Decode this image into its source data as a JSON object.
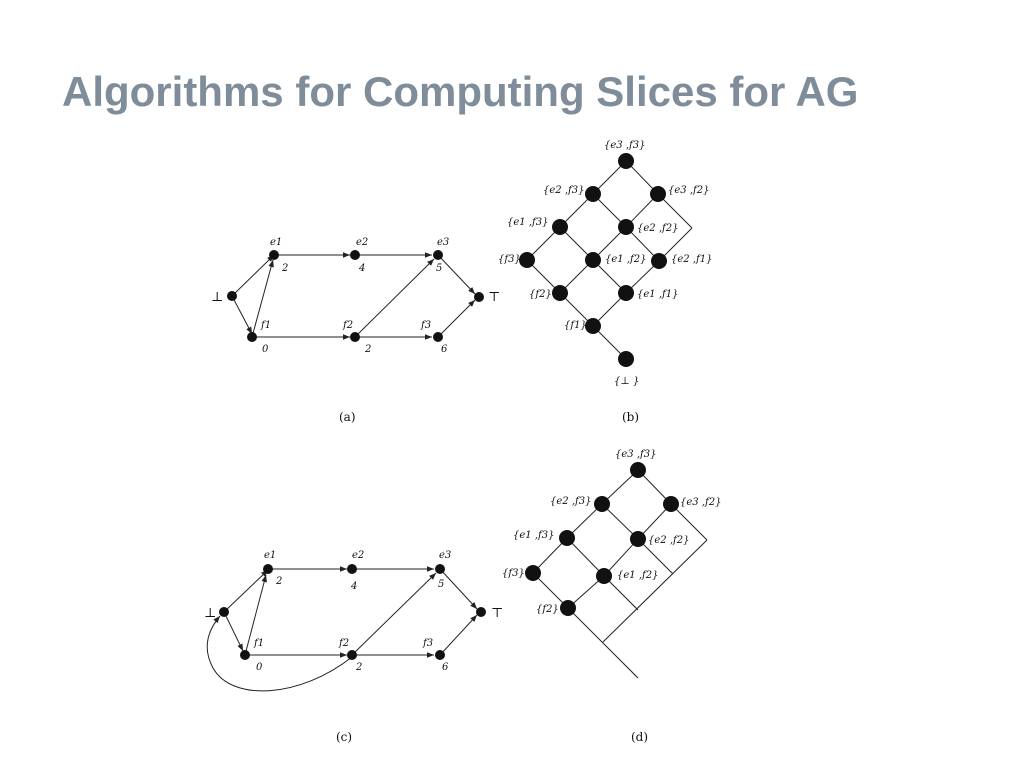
{
  "title": "Algorithms for Computing Slices for AG",
  "panels": {
    "a": {
      "caption": "(a)",
      "nodes": {
        "bottom": {
          "label": "⊥"
        },
        "top": {
          "label": "⊤"
        },
        "e1": {
          "label": "e1",
          "value": "2"
        },
        "e2": {
          "label": "e2",
          "value": "4"
        },
        "e3": {
          "label": "e3",
          "value": "5"
        },
        "f1": {
          "label": "f1",
          "value": "0"
        },
        "f2": {
          "label": "f2",
          "value": "2"
        },
        "f3": {
          "label": "f3",
          "value": "6"
        }
      }
    },
    "b": {
      "caption": "(b)",
      "states": {
        "e3f3": "{e3 ,f3}",
        "e2f3": "{e2 ,f3}",
        "e3f2": "{e3 ,f2}",
        "e1f3": "{e1 ,f3}",
        "e2f2": "{e2 ,f2}",
        "f3": "{f3}",
        "e1f2": "{e1 ,f2}",
        "e2f1": "{e2 ,f1}",
        "f2": "{f2}",
        "e1f1": "{e1 ,f1}",
        "f1": "{f1}",
        "bottom": "{⊥ }"
      }
    },
    "c": {
      "caption": "(c)",
      "nodes": {
        "bottom": {
          "label": "⊥"
        },
        "top": {
          "label": "⊤"
        },
        "e1": {
          "label": "e1",
          "value": "2"
        },
        "e2": {
          "label": "e2",
          "value": "4"
        },
        "e3": {
          "label": "e3",
          "value": "5"
        },
        "f1": {
          "label": "f1",
          "value": "0"
        },
        "f2": {
          "label": "f2",
          "value": "2"
        },
        "f3": {
          "label": "f3",
          "value": "6"
        }
      }
    },
    "d": {
      "caption": "(d)",
      "states": {
        "e3f3": "{e3 ,f3}",
        "e2f3": "{e2 ,f3}",
        "e3f2": "{e3 ,f2}",
        "e1f3": "{e1 ,f3}",
        "e2f2": "{e2 ,f2}",
        "f3": "{f3}",
        "e1f2": "{e1 ,f2}",
        "f2": "{f2}"
      }
    }
  }
}
